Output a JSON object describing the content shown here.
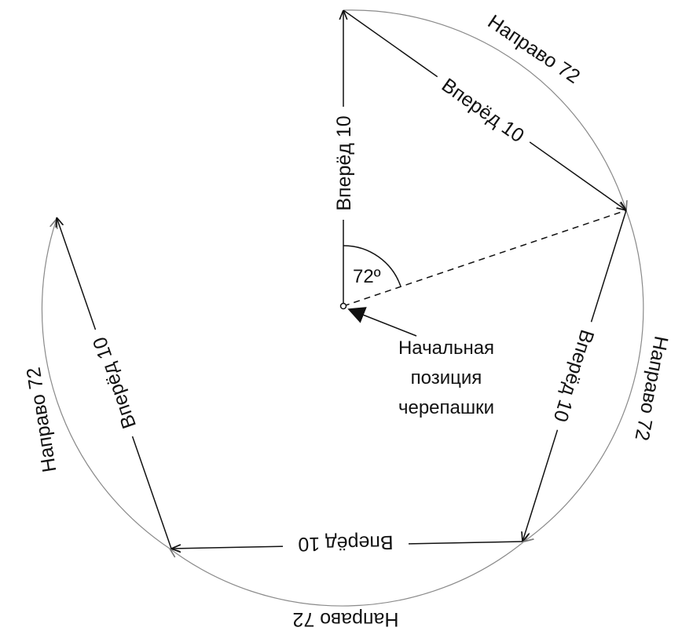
{
  "angle_label": "72º",
  "start_label": [
    "Начальная",
    "позиция",
    "черепашки"
  ],
  "forward_labels": [
    "Вперёд 10",
    "Вперёд 10",
    "Вперёд 10",
    "Вперёд 10",
    "Вперёд 10"
  ],
  "right_labels": [
    "Направо 72",
    "Направо 72",
    "Направо 72",
    "Направо 72"
  ]
}
